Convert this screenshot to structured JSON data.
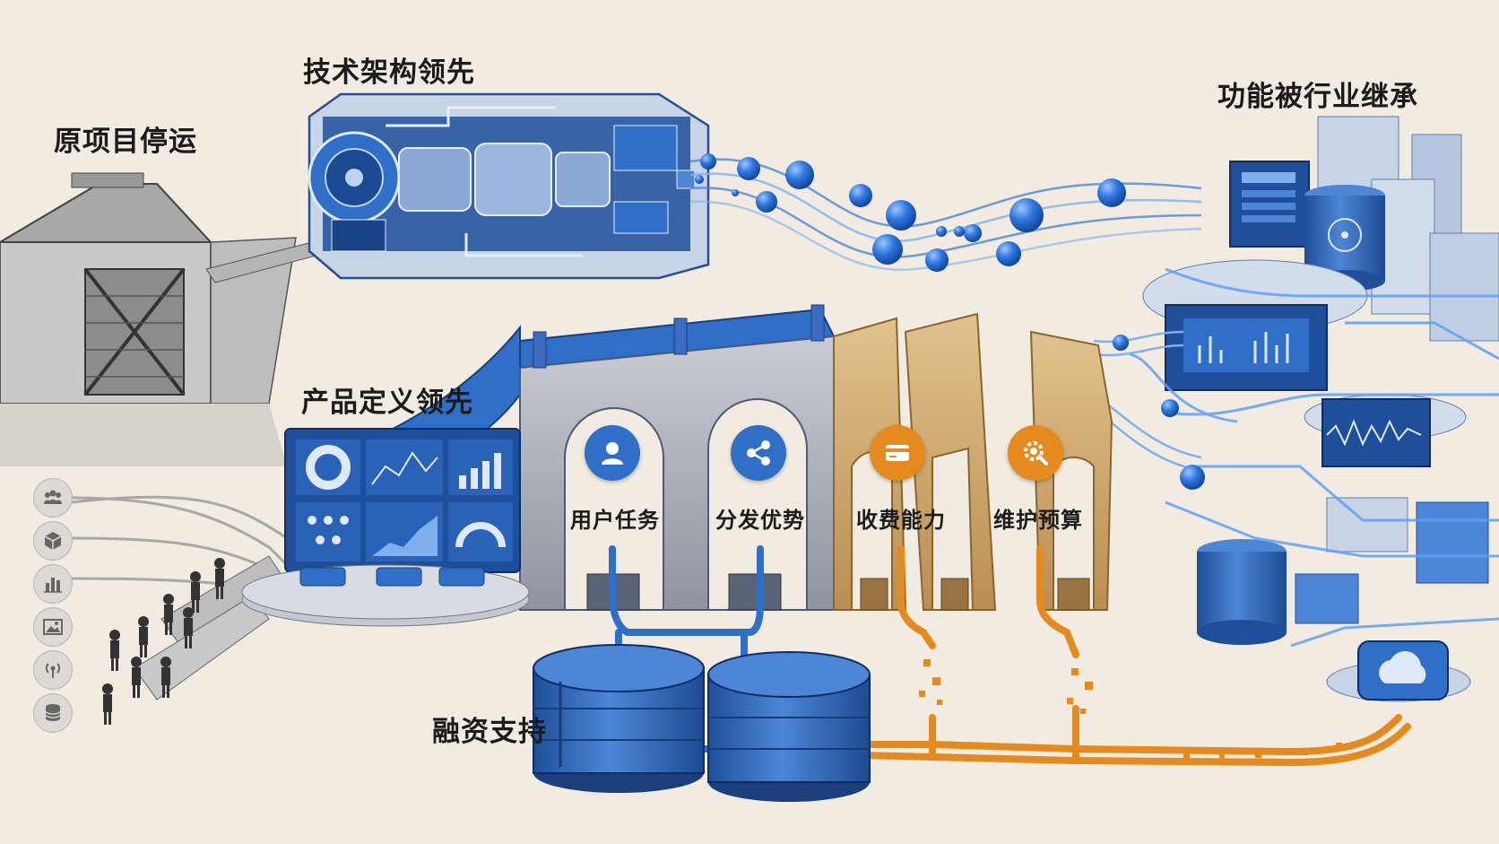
{
  "labels": {
    "halted": "原项目停运",
    "tech_lead": "技术架构领先",
    "inherited": "功能被行业继承",
    "product_lead": "产品定义领先",
    "financing": "融资支持"
  },
  "pillars": [
    {
      "label": "用户任务",
      "icon": "user-icon",
      "color": "#2f6fc7"
    },
    {
      "label": "分发优势",
      "icon": "share-icon",
      "color": "#2f6fc7"
    },
    {
      "label": "收费能力",
      "icon": "payment-card-icon",
      "color": "#e58a1e"
    },
    {
      "label": "维护预算",
      "icon": "gear-wrench-icon",
      "color": "#e58a1e"
    }
  ],
  "side_icons": [
    "group-icon",
    "cube-icon",
    "bar-chart-icon",
    "image-icon",
    "broadcast-icon",
    "database-icon"
  ],
  "colors": {
    "blue": "#2f6fc7",
    "dark_blue": "#1f4f9a",
    "orange": "#e58a1e",
    "gray": "#9d9d9d",
    "background": "#f1ebe1"
  }
}
